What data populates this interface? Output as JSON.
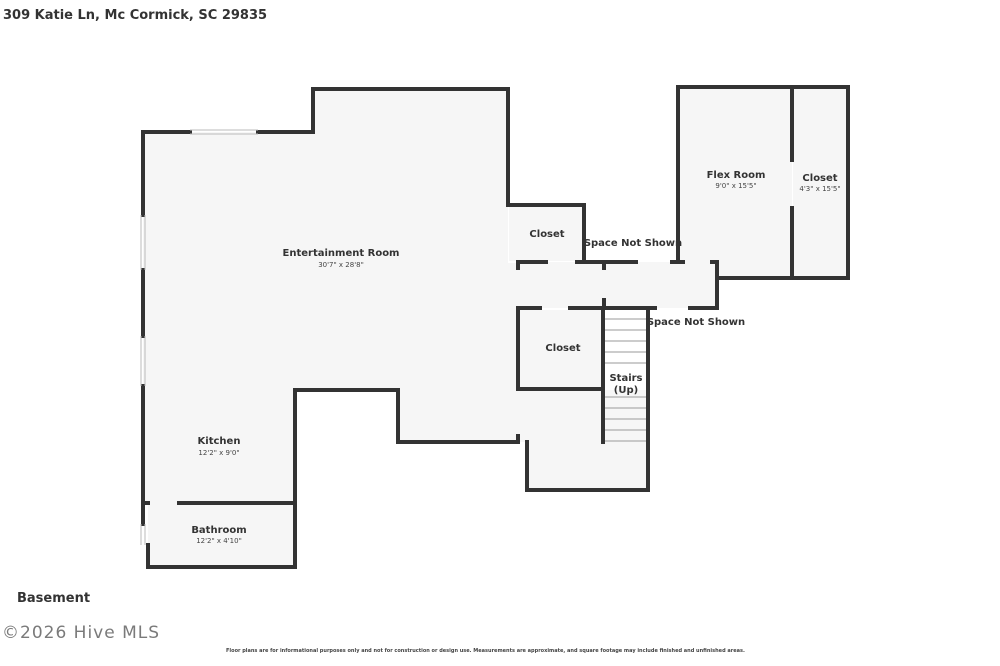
{
  "header": {
    "address": "309 Katie Ln, Mc Cormick, SC 29835"
  },
  "floor": {
    "name": "Basement"
  },
  "rooms": {
    "entertainment": {
      "name": "Entertainment Room",
      "dims": "30'7\" x 28'8\""
    },
    "kitchen": {
      "name": "Kitchen",
      "dims": "12'2\" x 9'0\""
    },
    "bathroom": {
      "name": "Bathroom",
      "dims": "12'2\" x 4'10\""
    },
    "closet_top": {
      "name": "Closet"
    },
    "closet_mid": {
      "name": "Closet"
    },
    "stairs": {
      "name_line1": "Stairs",
      "name_line2": "(Up)"
    },
    "flex": {
      "name": "Flex Room",
      "dims": "9'0\" x 15'5\""
    },
    "closet_flex": {
      "name": "Closet",
      "dims": "4'3\" x 15'5\""
    }
  },
  "spaces": {
    "upper": "Space Not Shown",
    "lower": "Space Not Shown"
  },
  "watermark": "©2026 Hive MLS",
  "footer": {
    "disclaimer": "Floor plans are for informational purposes only and not for construction or design use. Measurements are approximate, and square footage may include finished and unfinished areas."
  },
  "colors": {
    "wall": "#333333",
    "floor": "#f6f6f6",
    "text": "#333333"
  }
}
